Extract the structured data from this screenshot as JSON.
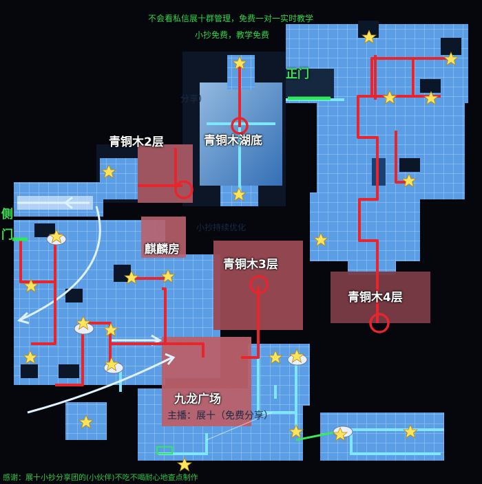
{
  "header": {
    "line1": "不会看私信展十群管理，免费一对一实时教学",
    "line2": "小抄免费，教学免费"
  },
  "areas": {
    "bronze_lake": "青铜木湖底",
    "bronze_2f": "青铜木2层",
    "qilin_room": "麒麟房",
    "bronze_3f": "青铜木3层",
    "bronze_4f": "青铜木4层",
    "jiulong_square": "九龙广场"
  },
  "gates": {
    "main_gate": "正门",
    "side_gate_1": "侧",
    "side_gate_2": "门"
  },
  "watermarks": {
    "streamer": "主播：展十（免费分享）",
    "partial_share": "分享）",
    "partial_opt": "小抄持续优化"
  },
  "footer": "感谢：展十小抄分享团的(小伙伴)不吃不喝耐心地查点制作",
  "colors": {
    "route": "#e8242c",
    "path_cyan": "#7fe6ff",
    "star": "#ffe45c",
    "text_green": "#2fd44a",
    "room_blue": "#3f88d8",
    "room_pink": "#b9606a"
  },
  "icons": [
    "star-icon",
    "boat-icon",
    "waypoint-circle-icon"
  ]
}
